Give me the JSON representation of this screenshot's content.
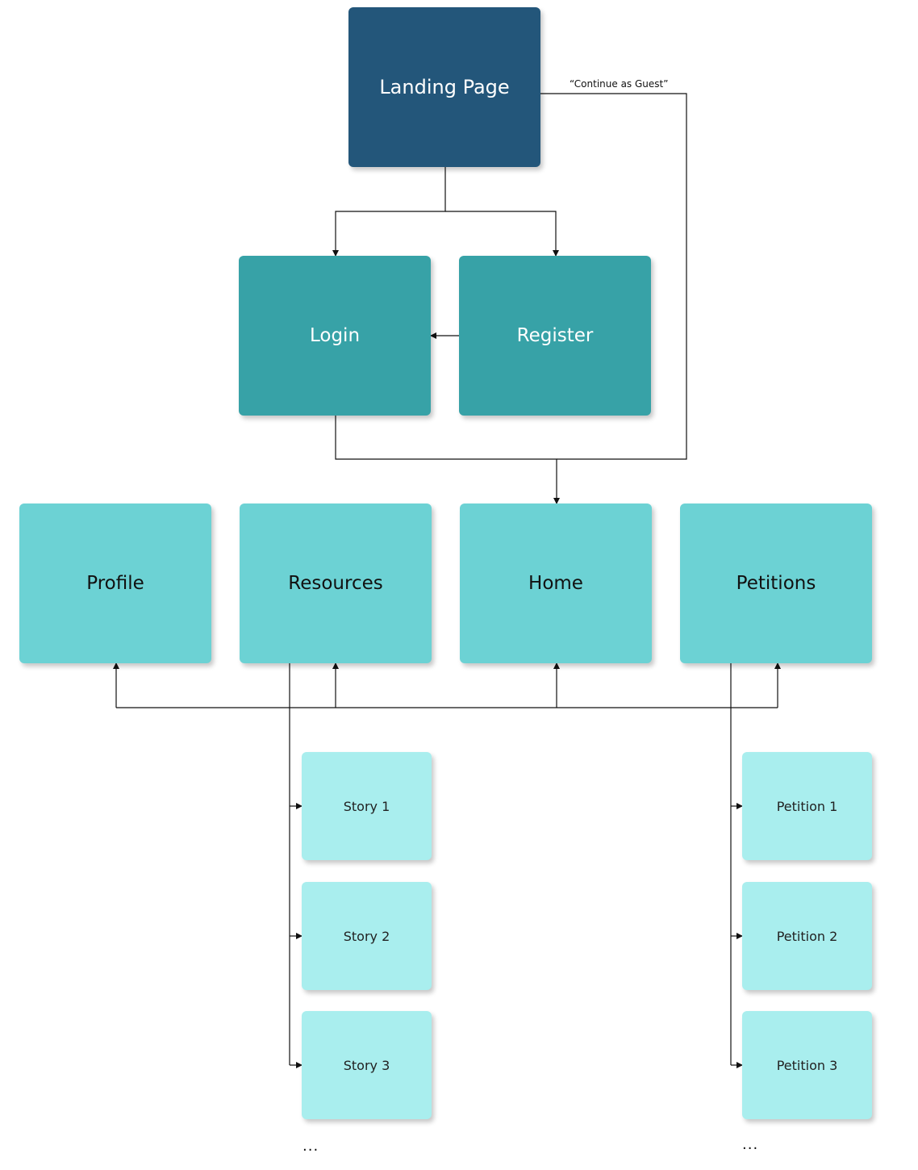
{
  "colors": {
    "level0": "#23567a",
    "level1": "#37a2a7",
    "level2": "#6cd2d4",
    "level3": "#a9eeee",
    "connector": "#111111",
    "background": "#ffffff"
  },
  "nodes": {
    "landing": "Landing Page",
    "login": "Login",
    "register": "Register",
    "profile": "Profile",
    "resources": "Resources",
    "home": "Home",
    "petitions": "Petitions",
    "story1": "Story 1",
    "story2": "Story 2",
    "story3": "Story 3",
    "petition1": "Petition 1",
    "petition2": "Petition 2",
    "petition3": "Petition 3"
  },
  "edge_labels": {
    "guest": "“Continue as Guest”"
  },
  "ellipsis": {
    "stories": "...",
    "petitions": "..."
  }
}
